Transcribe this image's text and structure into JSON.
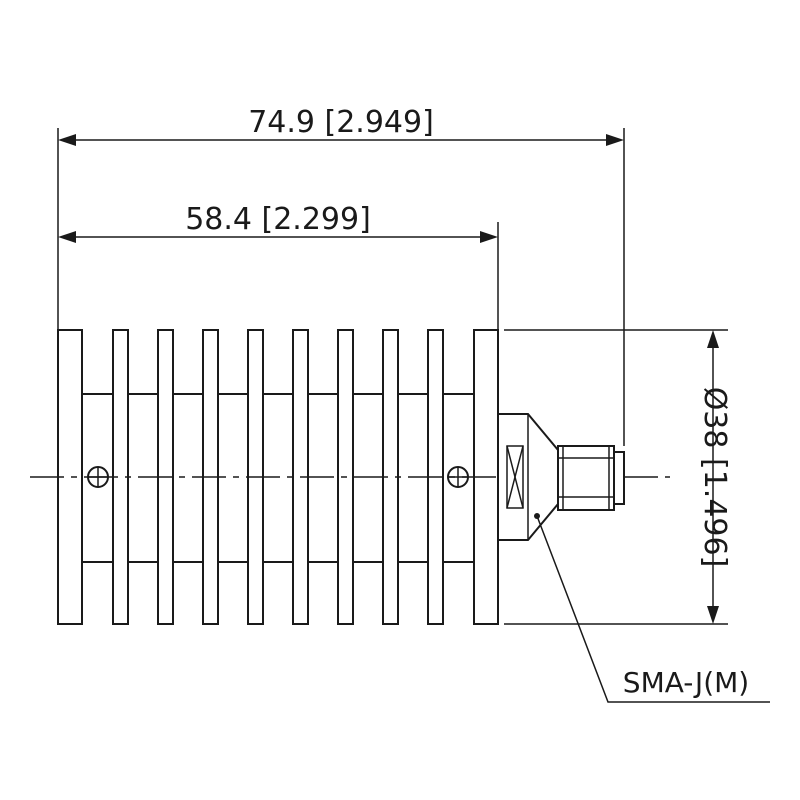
{
  "drawing": {
    "overall_length": "74.9 [2.949]",
    "body_length": "58.4 [2.299]",
    "diameter": "Ø38 [1.496]",
    "connector": "SMA-J(M)",
    "fin_count": 10,
    "screw_count": 2
  }
}
